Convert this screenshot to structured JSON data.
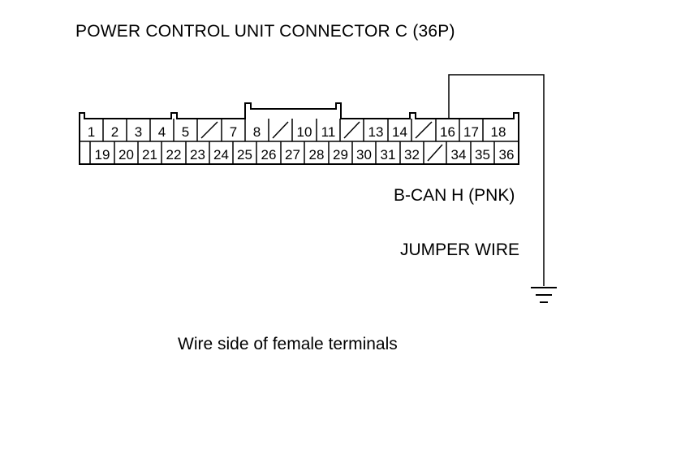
{
  "title": "POWER CONTROL UNIT CONNECTOR C (36P)",
  "caption": "Wire side of female terminals",
  "wire_label": "B-CAN H (PNK)",
  "jumper_label": "JUMPER WIRE",
  "connector": {
    "top_row": [
      "1",
      "2",
      "3",
      "4",
      "5",
      "",
      "7",
      "8",
      "",
      "10",
      "11",
      "",
      "13",
      "14",
      "",
      "16",
      "17",
      "18"
    ],
    "bottom_row": [
      "",
      "19",
      "20",
      "21",
      "22",
      "23",
      "24",
      "25",
      "26",
      "27",
      "28",
      "29",
      "30",
      "31",
      "32",
      "",
      "34",
      "35",
      "36"
    ]
  },
  "ground_icon": "ground-symbol-icon"
}
